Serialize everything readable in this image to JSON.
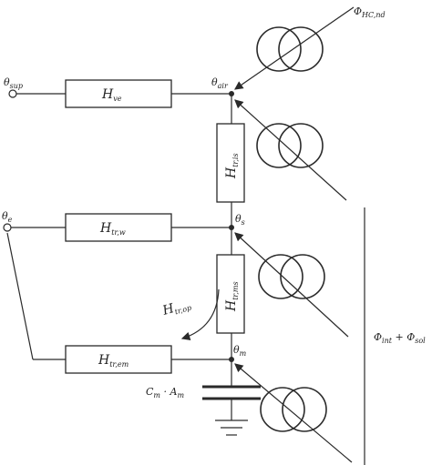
{
  "nodes": {
    "theta_sup": {
      "sym": "θ",
      "sub": "sup"
    },
    "theta_e": {
      "sym": "θ",
      "sub": "e"
    },
    "theta_air": {
      "sym": "θ",
      "sub": "air"
    },
    "theta_s": {
      "sym": "θ",
      "sub": "s"
    },
    "theta_m": {
      "sym": "θ",
      "sub": "m"
    }
  },
  "conductances": {
    "h_ve": {
      "sym": "H",
      "sub": "ve"
    },
    "h_tr_is": {
      "sym": "H",
      "sub": "tr,is"
    },
    "h_tr_w": {
      "sym": "H",
      "sub": "tr,w"
    },
    "h_tr_ms": {
      "sym": "H",
      "sub": "tr,ms"
    },
    "h_tr_em": {
      "sym": "H",
      "sub": "tr,em"
    },
    "h_tr_op": {
      "sym": "H",
      "sub": "tr,op"
    }
  },
  "capacitance": {
    "sym_c": "C",
    "sub_c": "m",
    "sep": " · ",
    "sym_a": "A",
    "sub_a": "m"
  },
  "heat_flows": {
    "phi_hc_nd": {
      "sym": "Φ",
      "sub": "HC,nd"
    },
    "phi_int_sol": {
      "sym1": "Φ",
      "sub1": "int",
      "plus": " + ",
      "sym2": "Φ",
      "sub2": "sol"
    }
  }
}
